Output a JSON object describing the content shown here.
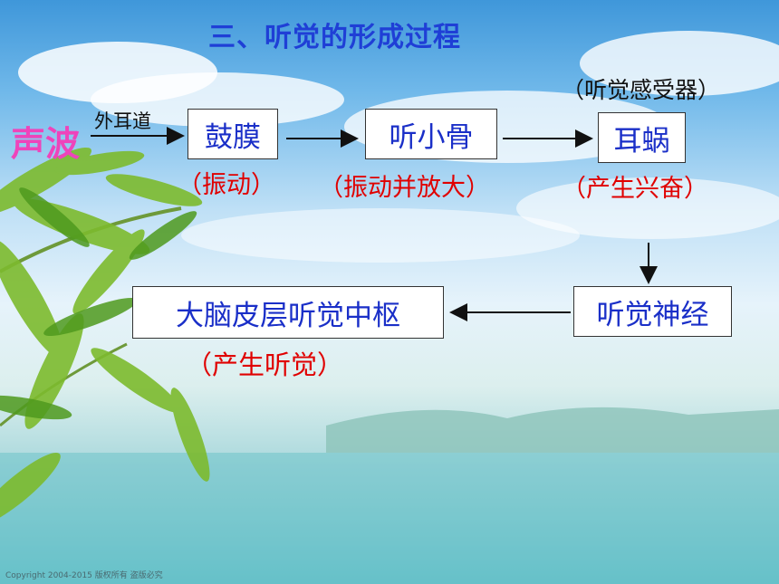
{
  "slide": {
    "title": "三、听觉的形成过程",
    "receptor_note": "（听觉感受器）",
    "source": "声波",
    "canal_label": "外耳道",
    "nodes": {
      "eardrum": {
        "label": "鼓膜",
        "note": "（振动）"
      },
      "ossicles": {
        "label": "听小骨",
        "note": "（振动并放大）"
      },
      "cochlea": {
        "label": "耳蜗",
        "note": "（产生兴奋）"
      },
      "nerve": {
        "label": "听觉神经"
      },
      "cortex": {
        "label": "大脑皮层听觉中枢",
        "note": "（产生听觉）"
      }
    },
    "copyright": "Copyright 2004-2015 版权所有 盗版必究"
  },
  "colors": {
    "title": "#1f3fd6",
    "box_text": "#1a2fc8",
    "note_text": "#e00000",
    "source_text": "#ee44bb"
  }
}
